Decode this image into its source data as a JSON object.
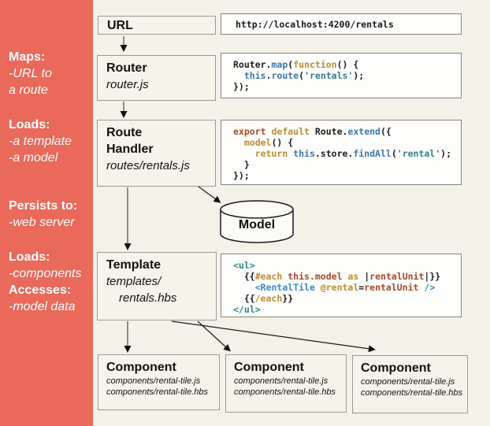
{
  "colors": {
    "sidebar_bg": "#E9695B",
    "canvas_bg": "#F4F1E8",
    "label_box_bg": "#F6F3EB",
    "label_box_border": "#9A9A92",
    "code_box_bg": "#FDFDFB",
    "code_box_border": "#83837D",
    "arrow_shaft_gray": "#8C8C85",
    "arrow_black": "#111111",
    "syntax_plain": "#1B1B1B",
    "syntax_method_blue": "#3A76AB",
    "syntax_tag_blue": "#3D85C6",
    "syntax_keyword_gold": "#BF8B2E",
    "syntax_rust": "#A5492B",
    "syntax_string_teal": "#2E8087"
  },
  "sidebar": {
    "notes": [
      {
        "title": "Maps:",
        "items": [
          "-URL to",
          "a route"
        ]
      },
      {
        "title": "Loads:",
        "items": [
          "-a template",
          "-a model"
        ]
      },
      {
        "title": "Persists to:",
        "items": [
          "-web server"
        ]
      },
      {
        "title": "Loads:",
        "items": [
          "-components"
        ],
        "title2": "Accesses:",
        "items2": [
          "-model data"
        ]
      }
    ]
  },
  "flow": {
    "url": {
      "title": "URL",
      "code": [
        [
          {
            "t": "http://localhost:4200/rentals",
            "c": "plain"
          }
        ]
      ]
    },
    "router": {
      "title": "Router",
      "subtitle": "router.js",
      "code": [
        [
          {
            "t": "Router.",
            "c": "plain"
          },
          {
            "t": "map",
            "c": "blue"
          },
          {
            "t": "(",
            "c": "plain"
          },
          {
            "t": "function",
            "c": "gold"
          },
          {
            "t": "() {",
            "c": "plain"
          }
        ],
        [
          {
            "t": "  ",
            "c": "plain"
          },
          {
            "t": "this",
            "c": "blue"
          },
          {
            "t": ".",
            "c": "plain"
          },
          {
            "t": "route",
            "c": "blue"
          },
          {
            "t": "(",
            "c": "plain"
          },
          {
            "t": "'rentals'",
            "c": "teal"
          },
          {
            "t": ");",
            "c": "plain"
          }
        ],
        [
          {
            "t": "});",
            "c": "plain"
          }
        ]
      ]
    },
    "route_handler": {
      "title_line1": "Route",
      "title_line2": "Handler",
      "subtitle": "routes/rentals.js",
      "code": [
        [
          {
            "t": "export",
            "c": "rust"
          },
          {
            "t": " ",
            "c": "plain"
          },
          {
            "t": "default",
            "c": "gold"
          },
          {
            "t": " Route.",
            "c": "plain"
          },
          {
            "t": "extend",
            "c": "blue"
          },
          {
            "t": "({",
            "c": "plain"
          }
        ],
        [
          {
            "t": "  ",
            "c": "plain"
          },
          {
            "t": "model",
            "c": "gold"
          },
          {
            "t": "() {",
            "c": "plain"
          }
        ],
        [
          {
            "t": "    ",
            "c": "plain"
          },
          {
            "t": "return",
            "c": "gold"
          },
          {
            "t": " ",
            "c": "plain"
          },
          {
            "t": "this",
            "c": "blue"
          },
          {
            "t": ".store.",
            "c": "plain"
          },
          {
            "t": "findAll",
            "c": "blue"
          },
          {
            "t": "(",
            "c": "plain"
          },
          {
            "t": "'rental'",
            "c": "teal"
          },
          {
            "t": ");",
            "c": "plain"
          }
        ],
        [
          {
            "t": "  }",
            "c": "plain"
          }
        ],
        [
          {
            "t": "});",
            "c": "plain"
          }
        ]
      ]
    },
    "model": {
      "label": "Model"
    },
    "template": {
      "title": "Template",
      "subtitle_line1": "templates/",
      "subtitle_line2": "rentals.hbs",
      "code": [
        [
          {
            "t": "<ul>",
            "c": "teal"
          }
        ],
        [
          {
            "t": "  {{",
            "c": "plain"
          },
          {
            "t": "#each",
            "c": "gold"
          },
          {
            "t": " ",
            "c": "plain"
          },
          {
            "t": "this.model",
            "c": "rust"
          },
          {
            "t": " ",
            "c": "plain"
          },
          {
            "t": "as",
            "c": "gold"
          },
          {
            "t": " |",
            "c": "plain"
          },
          {
            "t": "rentalUnit",
            "c": "rust"
          },
          {
            "t": "|}}",
            "c": "plain"
          }
        ],
        [
          {
            "t": "    ",
            "c": "plain"
          },
          {
            "t": "<RentalTile",
            "c": "tag"
          },
          {
            "t": " ",
            "c": "plain"
          },
          {
            "t": "@rental",
            "c": "gold"
          },
          {
            "t": "=",
            "c": "plain"
          },
          {
            "t": "rentalUnit",
            "c": "rust"
          },
          {
            "t": " ",
            "c": "plain"
          },
          {
            "t": "/>",
            "c": "tag"
          }
        ],
        [
          {
            "t": "  {{",
            "c": "plain"
          },
          {
            "t": "/each",
            "c": "gold"
          },
          {
            "t": "}}",
            "c": "plain"
          }
        ],
        [
          {
            "t": "</ul>",
            "c": "teal"
          }
        ]
      ]
    },
    "components": [
      {
        "title": "Component",
        "files": [
          "components/rental-tile.js",
          "components/rental-tile.hbs"
        ]
      },
      {
        "title": "Component",
        "files": [
          "components/rental-tile.js",
          "components/rental-tile.hbs"
        ]
      },
      {
        "title": "Component",
        "files": [
          "components/rental-tile.js",
          "components/rental-tile.hbs"
        ]
      }
    ]
  }
}
